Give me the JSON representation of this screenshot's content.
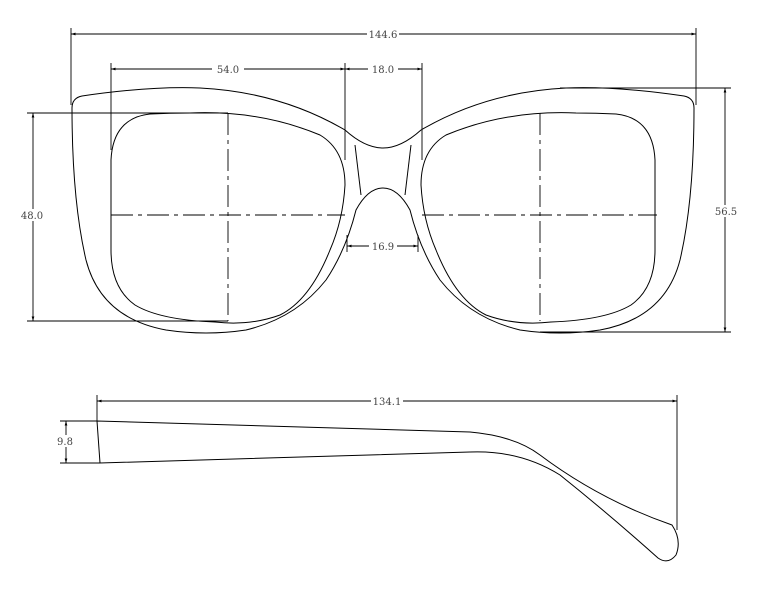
{
  "front_view": {
    "overall_width": "144.6",
    "lens_width": "54.0",
    "bridge_width": "18.0",
    "lens_height": "48.0",
    "frame_height": "56.5",
    "nose_width": "16.9"
  },
  "side_view": {
    "temple_length": "134.1",
    "temple_height": "9.8"
  }
}
